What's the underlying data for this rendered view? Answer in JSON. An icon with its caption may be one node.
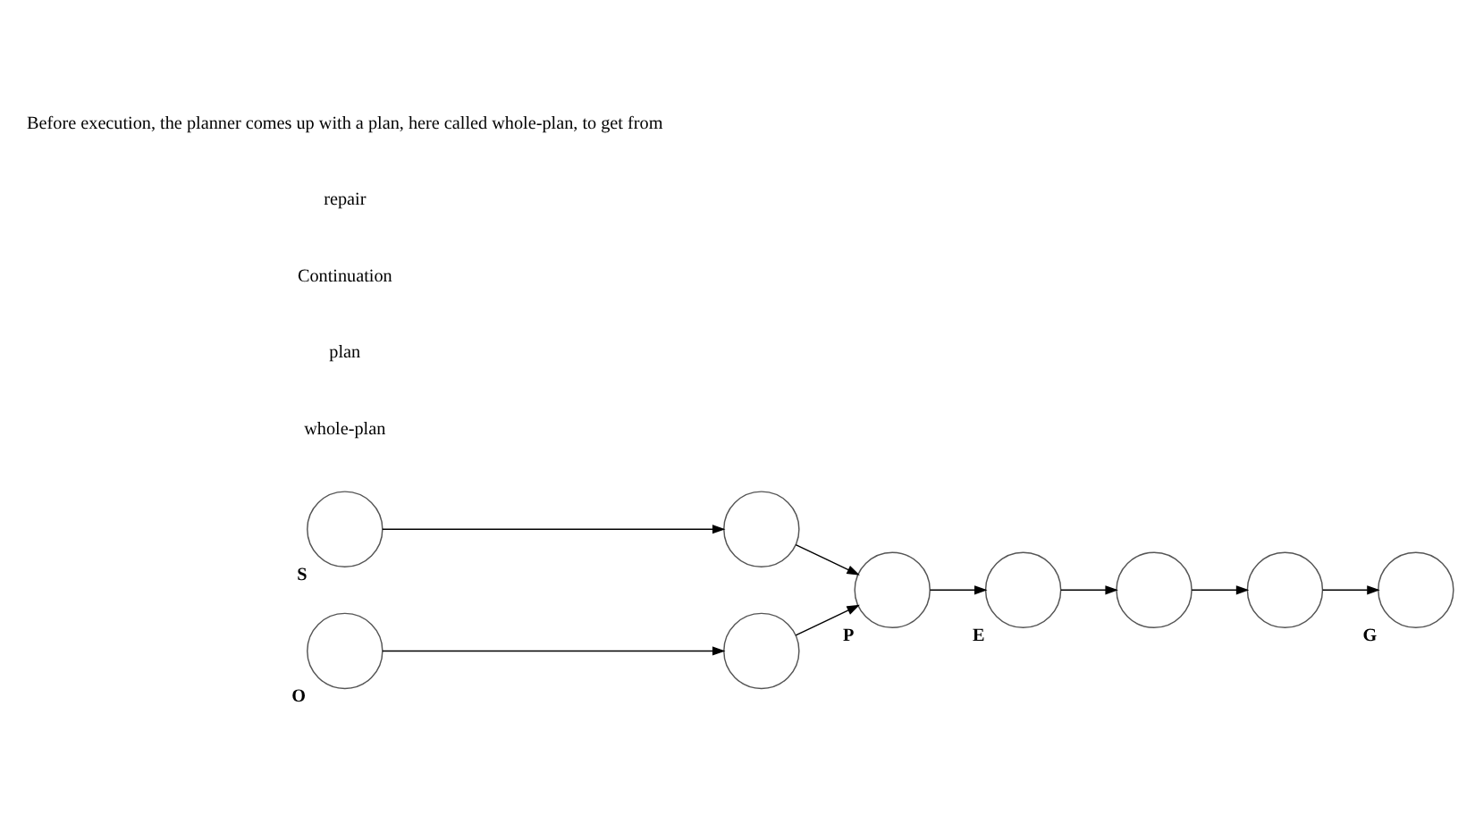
{
  "diagram": {
    "nodes": [
      {
        "text": [],
        "shape": "circle",
        "beside": [
          "S"
        ]
      },
      {
        "text": [],
        "shape": "circle"
      },
      {
        "text": [],
        "shape": "circle",
        "beside": [
          "P"
        ]
      },
      {
        "text": [],
        "shape": "circle",
        "beside": [
          "E"
        ]
      },
      {
        "text": [],
        "shape": "circle"
      },
      {
        "text": [],
        "shape": "circle"
      },
      {
        "text": [],
        "shape": "circle",
        "beside": [
          "G"
        ]
      },
      {
        "text": [],
        "shape": "circle"
      },
      {
        "text": [],
        "shape": "circle",
        "beside": [
          "O"
        ]
      }
    ],
    "edges": [
      {
        "from": 0,
        "to": 1,
        "arrow": "to"
      },
      {
        "from": 1,
        "to": 2,
        "arrow": "to"
      },
      {
        "from": 2,
        "to": 3,
        "arrow": "to"
      },
      {
        "from": 3,
        "to": 4,
        "arrow": "to"
      },
      {
        "from": 4,
        "to": 5,
        "arrow": "to"
      },
      {
        "from": 5,
        "to": 6,
        "arrow": "to"
      },
      {
        "from": 7,
        "to": 2,
        "arrow": "to"
      },
      {
        "from": 8,
        "to": 7,
        "arrow": "to"
      }
    ],
    "labels": [
      "whole-plan",
      "plan",
      "Continuation",
      "repair",
      "Before execution, the planner comes up with a plan, here called whole-plan, to get from"
    ]
  }
}
